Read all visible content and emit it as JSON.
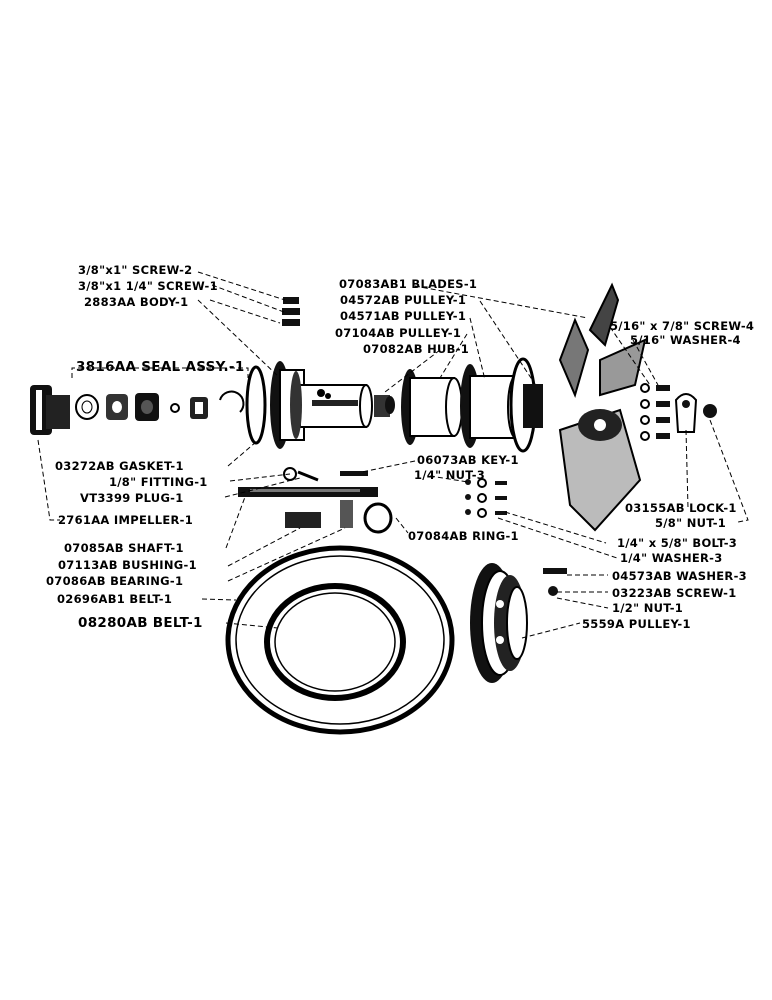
{
  "labels": {
    "screw_2": "3/8\"x1\" SCREW-2",
    "screw_1": "3/8\"x1 1/4\" SCREW-1",
    "body": "2883AA BODY-1",
    "seal_assy": "3816AA SEAL ASSY.-1",
    "blades": "07083AB1 BLADES-1",
    "pulley_04572": "04572AB PULLEY-1",
    "pulley_04571": "04571AB PULLEY-1",
    "pulley_07104": "07104AB PULLEY-1",
    "hub": "07082AB HUB-1",
    "screw_4": "5/16\" x 7/8\" SCREW-4",
    "washer_4": "5/16\" WASHER-4",
    "gasket": "03272AB GASKET-1",
    "fitting": "1/8\" FITTING-1",
    "plug": "VT3399 PLUG-1",
    "impeller": "2761AA IMPELLER-1",
    "key": "06073AB KEY-1",
    "nut_3": "1/4\" NUT-3",
    "lock": "03155AB LOCK-1",
    "nut_1_5_8": "5/8\" NUT-1",
    "bolt_3": "1/4\" x 5/8\" BOLT-3",
    "washer_3_quarter": "1/4\" WASHER-3",
    "shaft": "07085AB SHAFT-1",
    "ring": "07084AB RING-1",
    "bushing": "07113AB BUSHING-1",
    "bearing": "07086AB BEARING-1",
    "belt_02696": "02696AB1 BELT-1",
    "belt_08280": "08280AB BELT-1",
    "washer_04573": "04573AB WASHER-3",
    "screw_03223": "03223AB SCREW-1",
    "nut_half": "1/2\" NUT-1",
    "pulley_5559": "5559A PULLEY-1"
  }
}
